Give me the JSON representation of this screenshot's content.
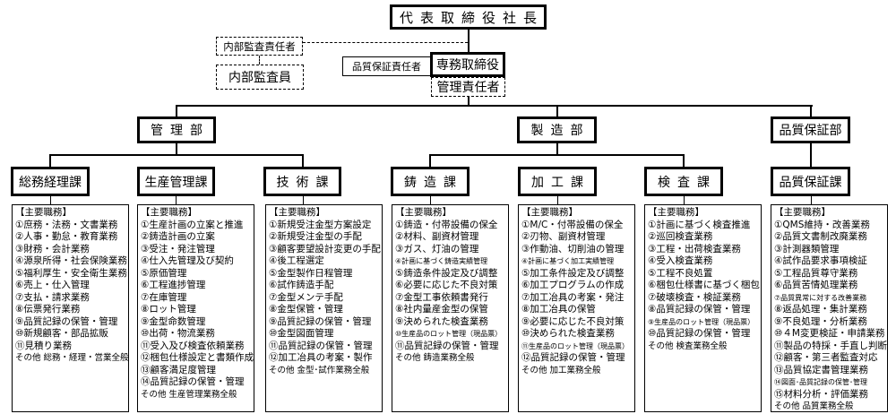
{
  "top": {
    "ceo": "代表取締役社長",
    "internal_audit_manager": "内部監査責任者",
    "internal_auditor": "内部監査員",
    "qa_responsible": "品質保証責任者",
    "managing_director": "専務取締役",
    "management_representative": "管理責任者"
  },
  "departments": [
    "管理部",
    "製造部",
    "品質保証部"
  ],
  "sections": [
    "総務経理課",
    "生産管理課",
    "技術課",
    "鋳造課",
    "加工課",
    "検査課",
    "品質保証課"
  ],
  "duty_header": "【主要職務】",
  "duties": [
    [
      "①庶務・法務・文書業務",
      "②人事・勤怠・教育業務",
      "③財務・会計業務",
      "④源泉所得・社会保険業務",
      "⑤福利厚生・安全衛生業務",
      "⑥売上・仕入管理",
      "⑦支払・請求業務",
      "⑧伝票発行業務",
      "⑨品質記録の保管・管理",
      "⑩新規顧客・部品拡販",
      "⑪見積り業務",
      "その他 総務・経理・営業全般"
    ],
    [
      "①生産計画の立案と推進",
      "②鋳造計画の立案",
      "③受注・発注管理",
      "④仕入先管理及び契約",
      "⑤原価管理",
      "⑥工程進捗管理",
      "⑦在庫管理",
      "⑧ロット管理",
      "⑨金型命数管理",
      "⑩出荷・物流業務",
      "⑪受入及び検査依頼業務",
      "⑫梱包仕様設定と書類作成",
      "⑬顧客満足度管理",
      "⑭品質記録の保管・管理",
      "その他 生産管理業務全般"
    ],
    [
      "①新規受注金型方案設定",
      "②新規受注金型の手配",
      "③顧客要望設計変更の手配",
      "④後工程選定",
      "⑤金型製作日程管理",
      "⑥試作鋳造手配",
      "⑦金型メンテ手配",
      "⑧金型保管・管理",
      "⑨品質記録の保管・管理",
      "⑩金型図面管理",
      "⑪品質記録の保管・管理",
      "⑫加工冶具の考案・製作",
      "その他 金型･試作業務全般"
    ],
    [
      "①鋳造・付帯設備の保全",
      "②材料、副資材管理",
      "③ガス、灯油の管理",
      "④計画に基づく鋳造実績管理",
      "⑤鋳造条件設定及び調整",
      "⑥必要に応じた不良対策",
      "⑦金型工事依頼書発行",
      "⑧社内量産金型の保管",
      "⑨決められた検査業務",
      "⑩生産品のロット管理（現品票）",
      "⑪品質記録の保管・管理",
      "その他 鋳造業務全般"
    ],
    [
      "①M/C・付帯設備の保全",
      "②刃物、副資材管理",
      "③作動油、切削油の管理",
      "④計画に基づく加工実績管理",
      "⑤加工条件設定及び調整",
      "⑥加工プログラムの作成",
      "⑦加工冶具の考案・発注",
      "⑧加工冶具の保管",
      "⑨必要に応じた不良対策",
      "⑩決められた検査業務",
      "⑪生産品のロット管理（現品票）",
      "⑫品質記録の保管・管理",
      "その他 加工業務全般"
    ],
    [
      "①計画に基づく検査推進",
      "②巡回検査業務",
      "③工程・出荷検査業務",
      "④受入検査業務",
      "⑤工程不良処置",
      "⑥梱包仕様書に基づく梱包",
      "⑦破壊検査・検証業務",
      "⑧品質記録の保管・管理",
      "⑨生産品のロット管理（現品票）",
      "⑩品質記録の保管・管理",
      "その他 検査業務全般"
    ],
    [
      "①QMS維持・改善業務",
      "②品質文書制改廃業務",
      "③計測器類管理",
      "④試作品要求事項検証",
      "⑤工程品質尊守業務",
      "⑥品質苦情処理業務",
      "⑦品質異常に対する改善業務",
      "⑧返品処理・集計業務",
      "⑨不良処理・分析業務",
      "⑩４M変更検証・申請業務",
      "⑪製品の特採・手直し判断",
      "⑫顧客・第三者監査対応",
      "⑬品質協定書管理業務",
      "⑭図面･品質記録の保管･管理",
      "⑮材料分析・評価業務",
      "その他 品質業務全般"
    ]
  ]
}
